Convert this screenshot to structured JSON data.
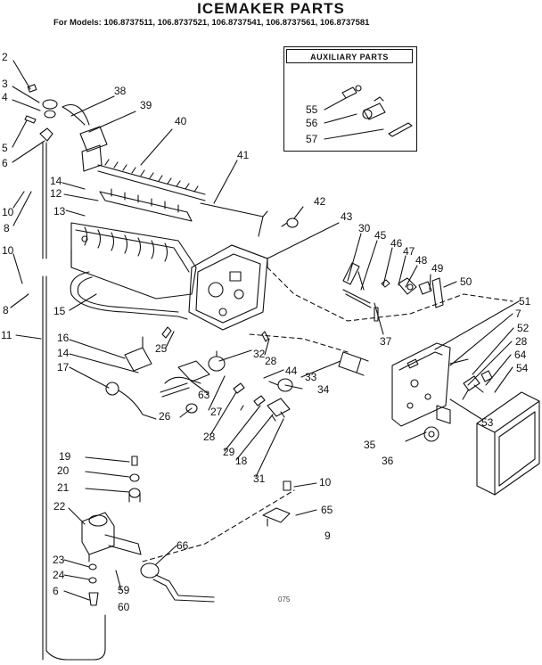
{
  "diagram": {
    "title": "ICEMAKER PARTS",
    "models_line": "For Models:  106.8737511, 106.8737521, 106.8737541, 106.8737561, 106.8737581",
    "auxiliary_title": "AUXILIARY PARTS",
    "footer_mark": "075",
    "callouts": [
      "2",
      "3",
      "4",
      "5",
      "6",
      "10",
      "8",
      "10",
      "8",
      "11",
      "38",
      "39",
      "40",
      "41",
      "42",
      "43",
      "14",
      "12",
      "13",
      "15",
      "16",
      "14",
      "17",
      "25",
      "32",
      "63",
      "26",
      "28",
      "27",
      "28",
      "29",
      "18",
      "31",
      "44",
      "33",
      "34",
      "30",
      "45",
      "46",
      "47",
      "48",
      "49",
      "50",
      "37",
      "51",
      "7",
      "52",
      "28",
      "64",
      "54",
      "53",
      "35",
      "36",
      "19",
      "20",
      "21",
      "22",
      "23",
      "24",
      "6",
      "59",
      "60",
      "66",
      "10",
      "65",
      "9",
      "55",
      "56",
      "57"
    ]
  }
}
